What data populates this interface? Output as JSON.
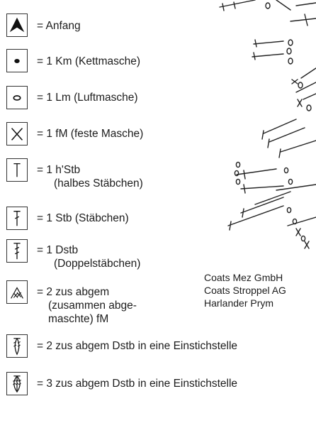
{
  "legend": {
    "start": {
      "icon": "start-arrow-icon",
      "lines": [
        "= Anfang"
      ]
    },
    "slip_stitch": {
      "icon": "slip-stitch-dot-icon",
      "lines": [
        "= 1 Km (Kettmasche)"
      ]
    },
    "chain": {
      "icon": "chain-stitch-oval-icon",
      "lines": [
        "= 1 Lm (Luftmasche)"
      ]
    },
    "single_crochet": {
      "icon": "single-crochet-x-icon",
      "lines": [
        "= 1 fM (feste Masche)"
      ]
    },
    "half_double": {
      "icon": "half-double-crochet-icon",
      "lines": [
        "= 1 h'Stb",
        "(halbes Stäbchen)"
      ]
    },
    "double": {
      "icon": "double-crochet-icon",
      "lines": [
        "= 1 Stb (Stäbchen)"
      ]
    },
    "treble": {
      "icon": "treble-crochet-icon",
      "lines": [
        "= 1 Dstb",
        "(Doppelstäbchen)"
      ]
    },
    "sc2tog": {
      "icon": "sc2tog-icon",
      "lines": [
        "= 2 zus abgem",
        "(zusammen abge-",
        "maschte) fM"
      ]
    },
    "tr2tog": {
      "icon": "tr2tog-cluster-icon",
      "lines": [
        "= 2 zus abgem Dstb in eine Einstichstelle"
      ]
    },
    "tr3tog": {
      "icon": "tr3tog-cluster-icon",
      "lines": [
        "= 3 zus abgem Dstb in eine Einstichstelle"
      ]
    }
  },
  "companies": [
    "Coats Mez GmbH",
    "Coats Stroppel AG",
    "Harlander Prym"
  ]
}
